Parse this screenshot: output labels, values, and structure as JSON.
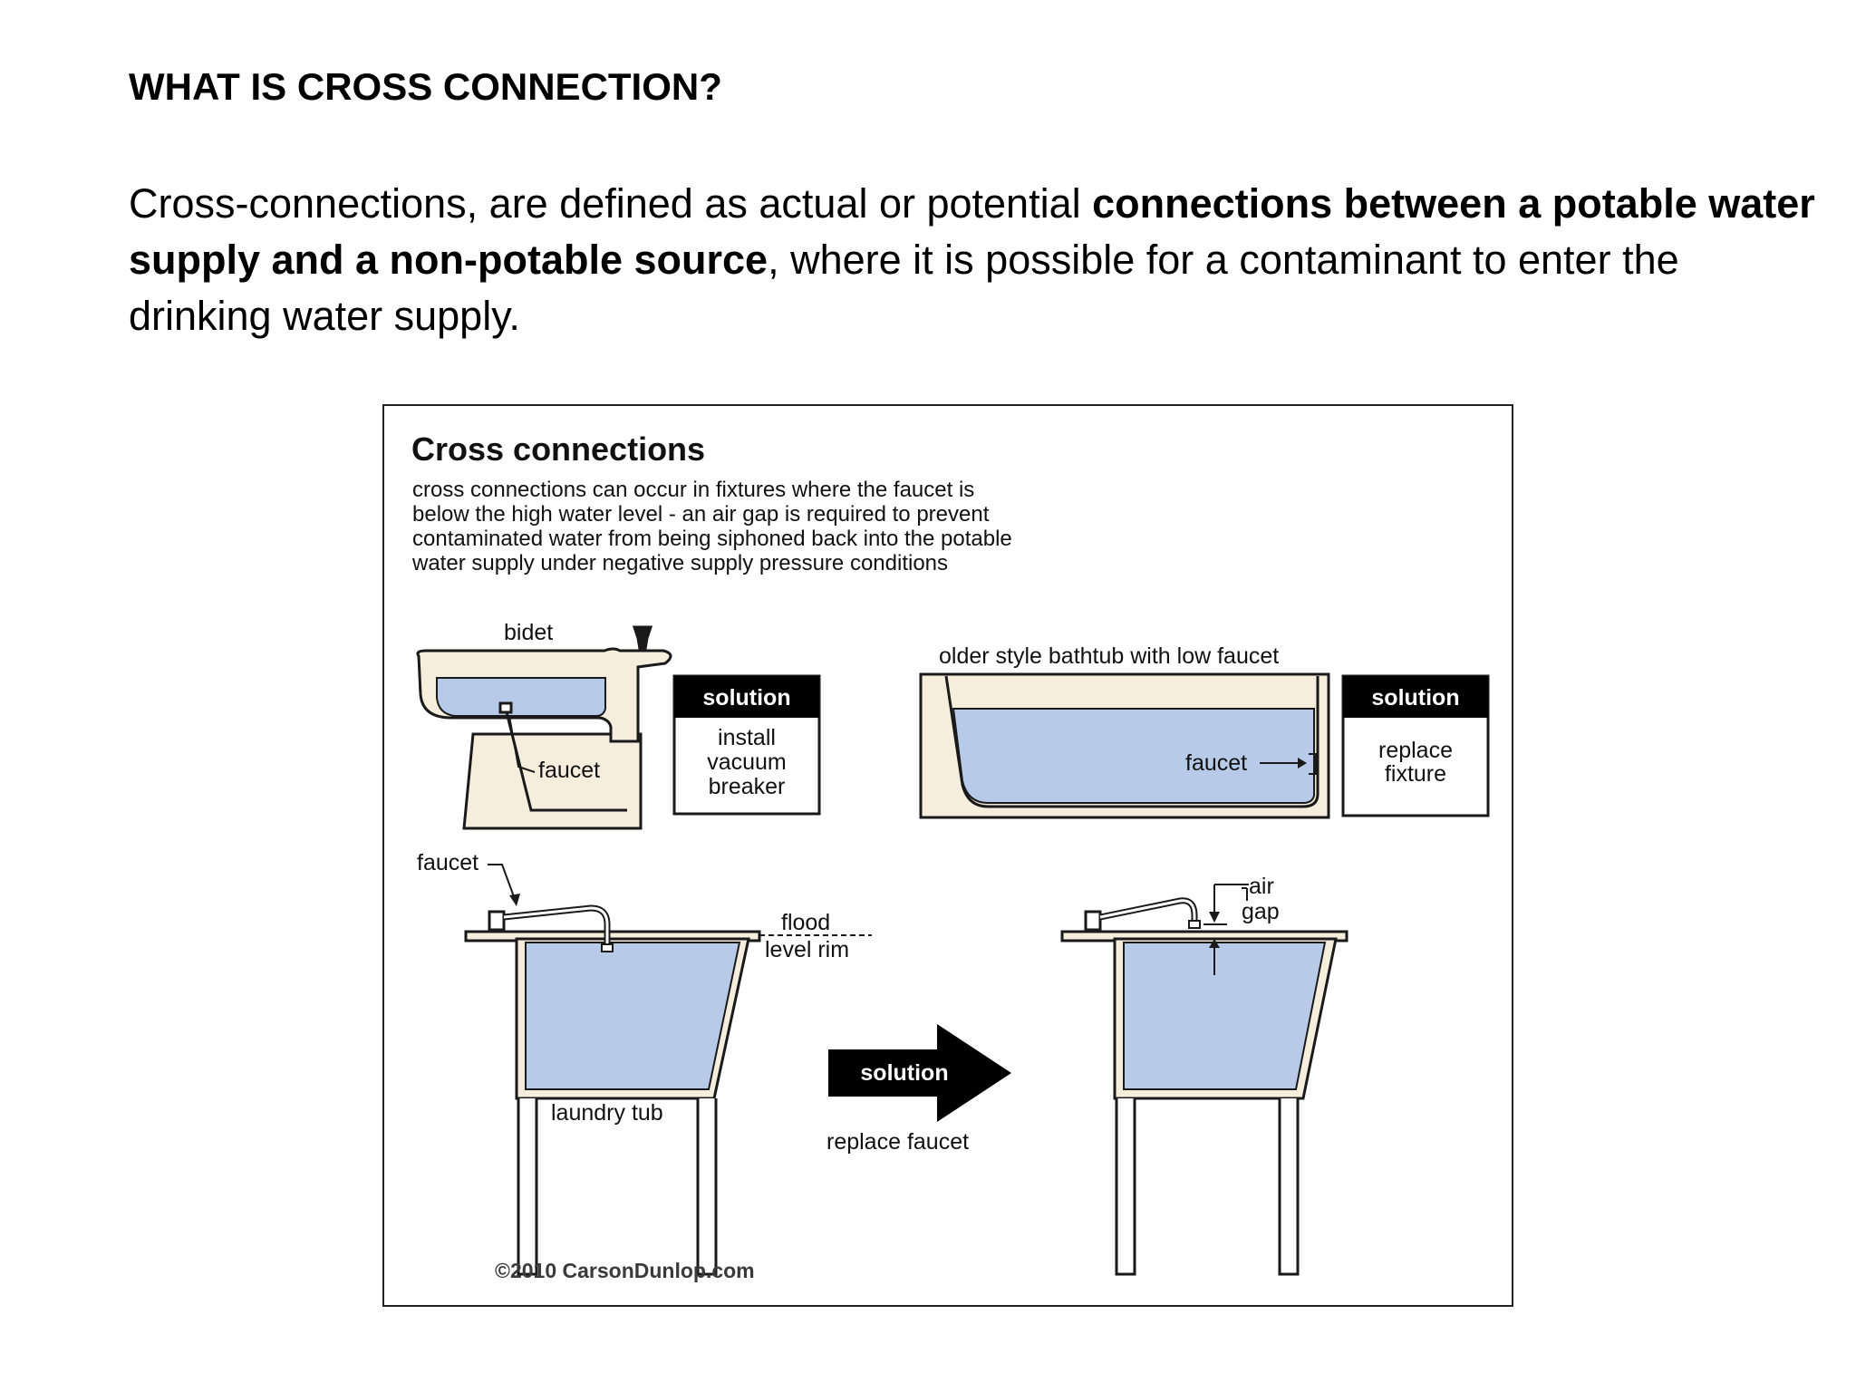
{
  "slide": {
    "heading": "WHAT IS CROSS CONNECTION?",
    "definition": {
      "part1": "Cross-connections, are defined as actual or potential ",
      "bold1": "connections between a potable water supply and a non-potable source",
      "part2": ", where it is possible for a contaminant to enter the drinking water supply."
    }
  },
  "figure": {
    "title": "Cross connections",
    "description_lines": [
      "cross connections can occur in fixtures where the faucet is",
      "below the high water level - an air gap is required to prevent",
      "contaminated water from being siphoned back into the potable",
      "water supply under negative supply pressure conditions"
    ],
    "bidet": {
      "label": "bidet",
      "faucet_label": "faucet",
      "solution_header": "solution",
      "solution_lines": [
        "install",
        "vacuum",
        "breaker"
      ]
    },
    "bathtub": {
      "label": "older style bathtub with low faucet",
      "faucet_label": "faucet",
      "solution_header": "solution",
      "solution_lines": [
        "replace",
        "fixture"
      ]
    },
    "laundry_tub": {
      "faucet_label": "faucet",
      "flood_label_lines": [
        "flood",
        "level rim"
      ],
      "tub_label": "laundry tub"
    },
    "arrow": {
      "label": "solution",
      "caption": "replace faucet"
    },
    "fixed_tub": {
      "air_gap_lines": [
        "air",
        "gap"
      ]
    },
    "copyright": "©2010 CarsonDunlop.com",
    "colors": {
      "water": "#b7cbe8",
      "fixture": "#f5eedc",
      "outline": "#1a1a1a",
      "solution_header_bg": "#000000"
    }
  }
}
